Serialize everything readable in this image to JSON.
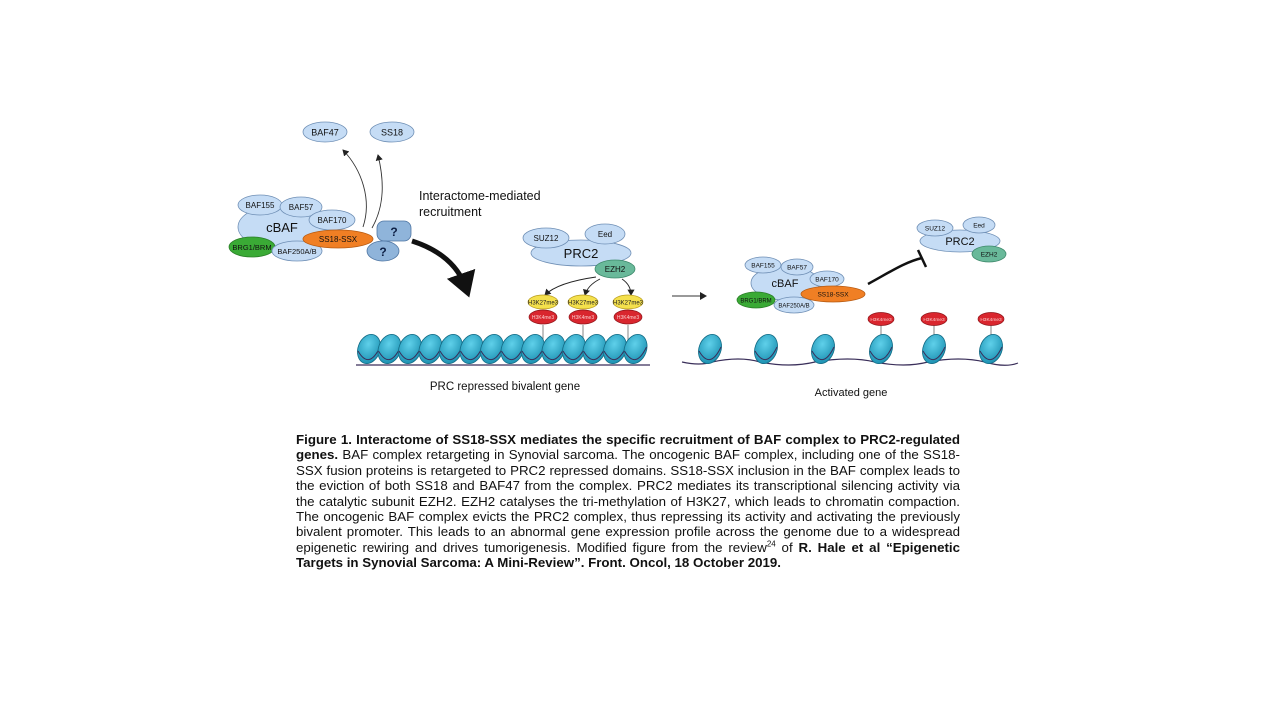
{
  "diagram": {
    "left_complex": {
      "evicted": [
        "BAF47",
        "SS18"
      ],
      "subunits": {
        "baf155": "BAF155",
        "baf57": "BAF57",
        "baf170": "BAF170",
        "cbaf": "cBAF",
        "brg1": "BRG1/BRM",
        "baf250": "BAF250A/B",
        "fusion": "SS18-SSX"
      },
      "unknown_marks": [
        "?",
        "?"
      ]
    },
    "recruitment_label_line1": "Interactome-mediated",
    "recruitment_label_line2": "recruitment",
    "prc2": {
      "suz12": "SUZ12",
      "eed": "Eed",
      "core": "PRC2",
      "ezh2": "EZH2"
    },
    "histone_marks": {
      "h3k27": "H3K27me3",
      "h3k4": "H3K4me3"
    },
    "repressed_gene_label": "PRC repressed bivalent gene",
    "activated_gene_label": "Activated gene"
  },
  "caption": {
    "title": "Figure 1. Interactome of SS18-SSX mediates the specific recruitment of BAF complex to PRC2-regulated genes.",
    "body": " BAF complex retargeting in Synovial sarcoma. The oncogenic BAF complex, including one of the SS18-SSX fusion proteins is retargeted to PRC2 repressed domains. SS18-SSX inclusion in the BAF complex leads to the eviction of both SS18 and BAF47 from the complex. PRC2 mediates its transcriptional silencing activity via the catalytic subunit EZH2. EZH2 catalyses the tri-methylation of H3K27, which leads to chromatin compaction. The oncogenic BAF complex evicts the PRC2 complex, thus repressing its activity and activating the previously bivalent promoter. This leads to an abnormal gene expression profile across the genome due to a widespread epigenetic rewiring and drives tumorigenesis. Modified figure from the review",
    "ref_number": "24",
    "of_text": " of ",
    "citation": "R. Hale et al “Epigenetic Targets in Synovial Sarcoma: A Mini-Review”. Front. Oncol, 18 October 2019."
  },
  "colors": {
    "subunit_fill": "#c5dcf5",
    "subunit_stroke": "#6f8fb5",
    "fusion": "#f07f24",
    "brg1": "#3aaa35",
    "ezh2": "#69b99a",
    "h3k27": "#f4e04d",
    "h3k4": "#d9262e",
    "nucleosome": "#2ea9c9",
    "dna": "#3a2f5a"
  }
}
